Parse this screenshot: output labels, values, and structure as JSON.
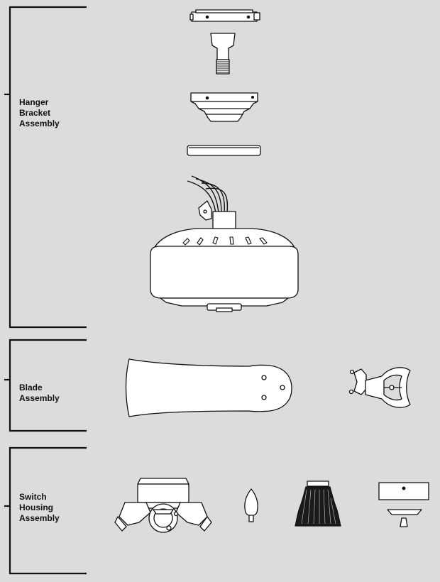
{
  "groups": [
    {
      "label": "Hanger\nBracket\nAssembly"
    },
    {
      "label": "Blade\nAssembly"
    },
    {
      "label": "Switch\nHousing\nAssembly"
    }
  ],
  "colors": {
    "background": "#dcdcdc",
    "part_fill": "#ffffff",
    "line": "#111111"
  }
}
